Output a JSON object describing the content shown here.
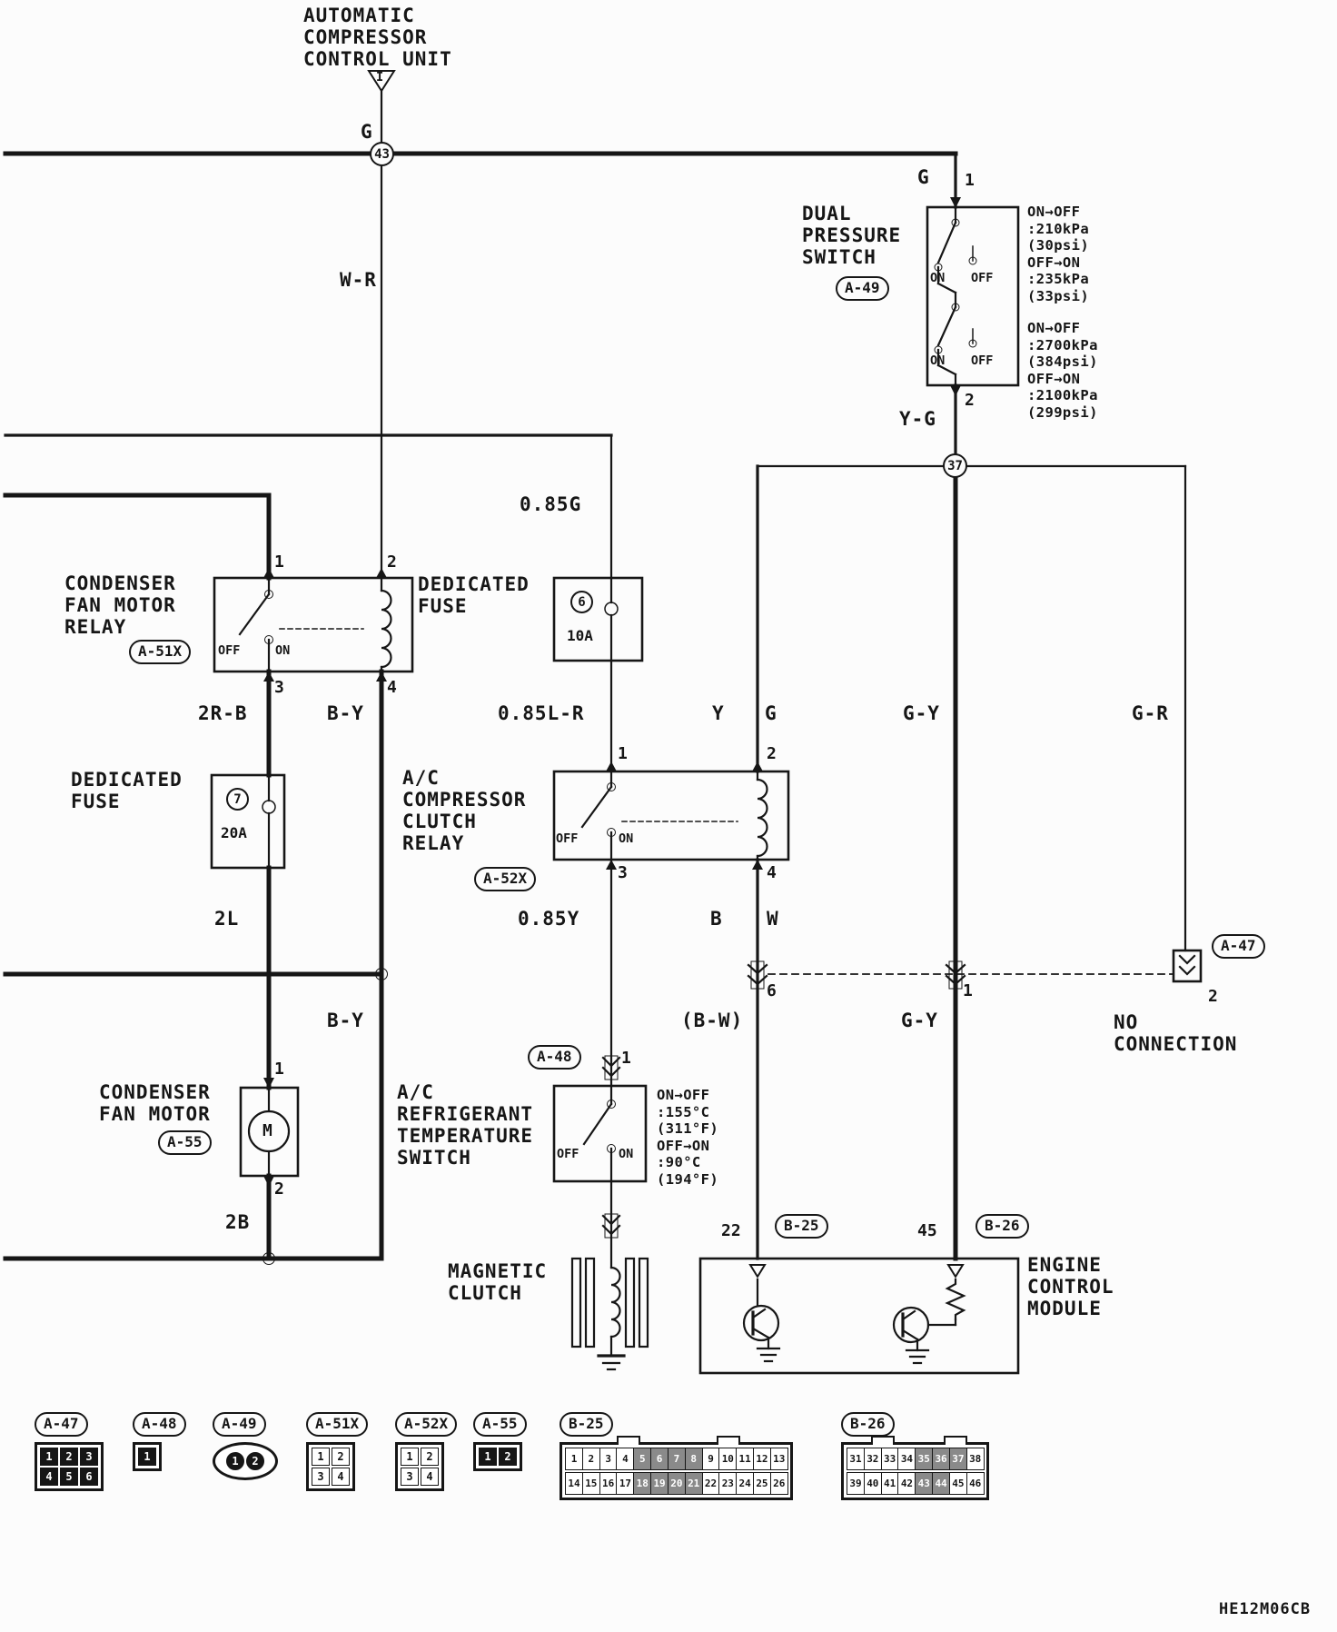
{
  "page": {
    "code": "HE12M06CB"
  },
  "acc": {
    "name": "AUTOMATIC\nCOMPRESSOR\nCONTROL UNIT",
    "terminal": "I",
    "splice": "43",
    "wire_g": "G",
    "wire_wr": "W-R"
  },
  "splice37": "37",
  "dps": {
    "name": "DUAL\nPRESSURE\nSWITCH",
    "conn": "A-49",
    "pin1": "1",
    "pin2": "2",
    "wire_g": "G",
    "wire_yg": "Y-G",
    "on1": "ON",
    "off1": "OFF",
    "on2": "ON",
    "off2": "OFF",
    "note_low": "ON→OFF\n:210kPa\n(30psi)\nOFF→ON\n:235kPa\n(33psi)",
    "note_high": "ON→OFF\n:2700kPa\n(384psi)\nOFF→ON\n:2100kPa\n(299psi)"
  },
  "cfr": {
    "name": "CONDENSER\nFAN MOTOR\nRELAY",
    "conn": "A-51X",
    "pin1": "1",
    "pin2": "2",
    "pin3": "3",
    "pin4": "4",
    "off": "OFF",
    "on": "ON"
  },
  "fuse6": {
    "name": "DEDICATED\nFUSE",
    "num": "6",
    "amp": "10A"
  },
  "fuse7": {
    "name": "DEDICATED\nFUSE",
    "num": "7",
    "amp": "20A"
  },
  "ccr": {
    "name": "A/C\nCOMPRESSOR\nCLUTCH\nRELAY",
    "conn": "A-52X",
    "pin1": "1",
    "pin2": "2",
    "pin3": "3",
    "pin4": "4",
    "off": "OFF",
    "on": "ON"
  },
  "rts": {
    "name": "A/C\nREFRIGERANT\nTEMPERATURE\nSWITCH",
    "conn": "A-48",
    "pin1": "1",
    "off": "OFF",
    "on": "ON",
    "note": "ON→OFF\n:155°C\n(311°F)\nOFF→ON\n:90°C\n(194°F)"
  },
  "cfm": {
    "name": "CONDENSER\nFAN MOTOR",
    "conn": "A-55",
    "pin1": "1",
    "pin2": "2",
    "motor": "M"
  },
  "mc": {
    "name": "MAGNETIC\nCLUTCH"
  },
  "ecm": {
    "name": "ENGINE\nCONTROL\nMODULE",
    "pin22": "22",
    "conn22": "B-25",
    "pin45": "45",
    "conn45": "B-26"
  },
  "nc": {
    "conn": "A-47",
    "pin6": "6",
    "pin1": "1",
    "pin2": "2",
    "label": "NO\nCONNECTION"
  },
  "wires": {
    "g085": "0.85G",
    "rb": "2R-B",
    "by": "B-Y",
    "lr085": "0.85L-R",
    "y": "Y",
    "g": "G",
    "gy": "G-Y",
    "gr": "G-R",
    "l2": "2L",
    "y085": "0.85Y",
    "b": "B",
    "w": "W",
    "by2": "B-Y",
    "bw": "(B-W)",
    "gy2": "G-Y",
    "b2": "2B"
  },
  "strip": {
    "a47": {
      "label": "A-47",
      "row1": [
        {
          "t": "1",
          "s": true
        },
        {
          "t": "2",
          "s": true
        },
        {
          "t": "3",
          "s": true
        }
      ],
      "row2": [
        {
          "t": "4",
          "s": true
        },
        {
          "t": "5",
          "s": true
        },
        {
          "t": "6",
          "s": true
        }
      ]
    },
    "a48": {
      "label": "A-48",
      "row1": [
        {
          "t": "1",
          "s": true
        }
      ]
    },
    "a49": {
      "label": "A-49",
      "row1": [
        {
          "t": "1",
          "s": true
        },
        {
          "t": "2",
          "s": true
        }
      ]
    },
    "a51x": {
      "label": "A-51X",
      "row1": [
        {
          "t": "1",
          "s": false
        },
        {
          "t": "2",
          "s": false
        }
      ],
      "row2": [
        {
          "t": "3",
          "s": false
        },
        {
          "t": "4",
          "s": false
        }
      ]
    },
    "a52x": {
      "label": "A-52X",
      "row1": [
        {
          "t": "1",
          "s": false
        },
        {
          "t": "2",
          "s": false
        }
      ],
      "row2": [
        {
          "t": "3",
          "s": false
        },
        {
          "t": "4",
          "s": false
        }
      ]
    },
    "a55": {
      "label": "A-55",
      "row1": [
        {
          "t": "1",
          "s": true
        },
        {
          "t": "2",
          "s": true
        }
      ]
    },
    "b25": {
      "label": "B-25",
      "row1": [
        {
          "t": "1",
          "s": false
        },
        {
          "t": "2",
          "s": false
        },
        {
          "t": "3",
          "s": false
        },
        {
          "t": "4",
          "s": false
        },
        {
          "t": "5",
          "s": true
        },
        {
          "t": "6",
          "s": true
        },
        {
          "t": "7",
          "s": true
        },
        {
          "t": "8",
          "s": true
        },
        {
          "t": "9",
          "s": false
        },
        {
          "t": "10",
          "s": false
        },
        {
          "t": "11",
          "s": false
        },
        {
          "t": "12",
          "s": false
        },
        {
          "t": "13",
          "s": false
        }
      ],
      "row2": [
        {
          "t": "14",
          "s": false
        },
        {
          "t": "15",
          "s": false
        },
        {
          "t": "16",
          "s": false
        },
        {
          "t": "17",
          "s": false
        },
        {
          "t": "18",
          "s": true
        },
        {
          "t": "19",
          "s": true
        },
        {
          "t": "20",
          "s": true
        },
        {
          "t": "21",
          "s": true
        },
        {
          "t": "22",
          "s": false
        },
        {
          "t": "23",
          "s": false
        },
        {
          "t": "24",
          "s": false
        },
        {
          "t": "25",
          "s": false
        },
        {
          "t": "26",
          "s": false
        }
      ]
    },
    "b26": {
      "label": "B-26",
      "row1": [
        {
          "t": "31",
          "s": false
        },
        {
          "t": "32",
          "s": false
        },
        {
          "t": "33",
          "s": false
        },
        {
          "t": "34",
          "s": false
        },
        {
          "t": "35",
          "s": true
        },
        {
          "t": "36",
          "s": true
        },
        {
          "t": "37",
          "s": true
        },
        {
          "t": "38",
          "s": false
        }
      ],
      "row2": [
        {
          "t": "39",
          "s": false
        },
        {
          "t": "40",
          "s": false
        },
        {
          "t": "41",
          "s": false
        },
        {
          "t": "42",
          "s": false
        },
        {
          "t": "43",
          "s": true
        },
        {
          "t": "44",
          "s": true
        },
        {
          "t": "45",
          "s": false
        },
        {
          "t": "46",
          "s": false
        }
      ]
    }
  }
}
